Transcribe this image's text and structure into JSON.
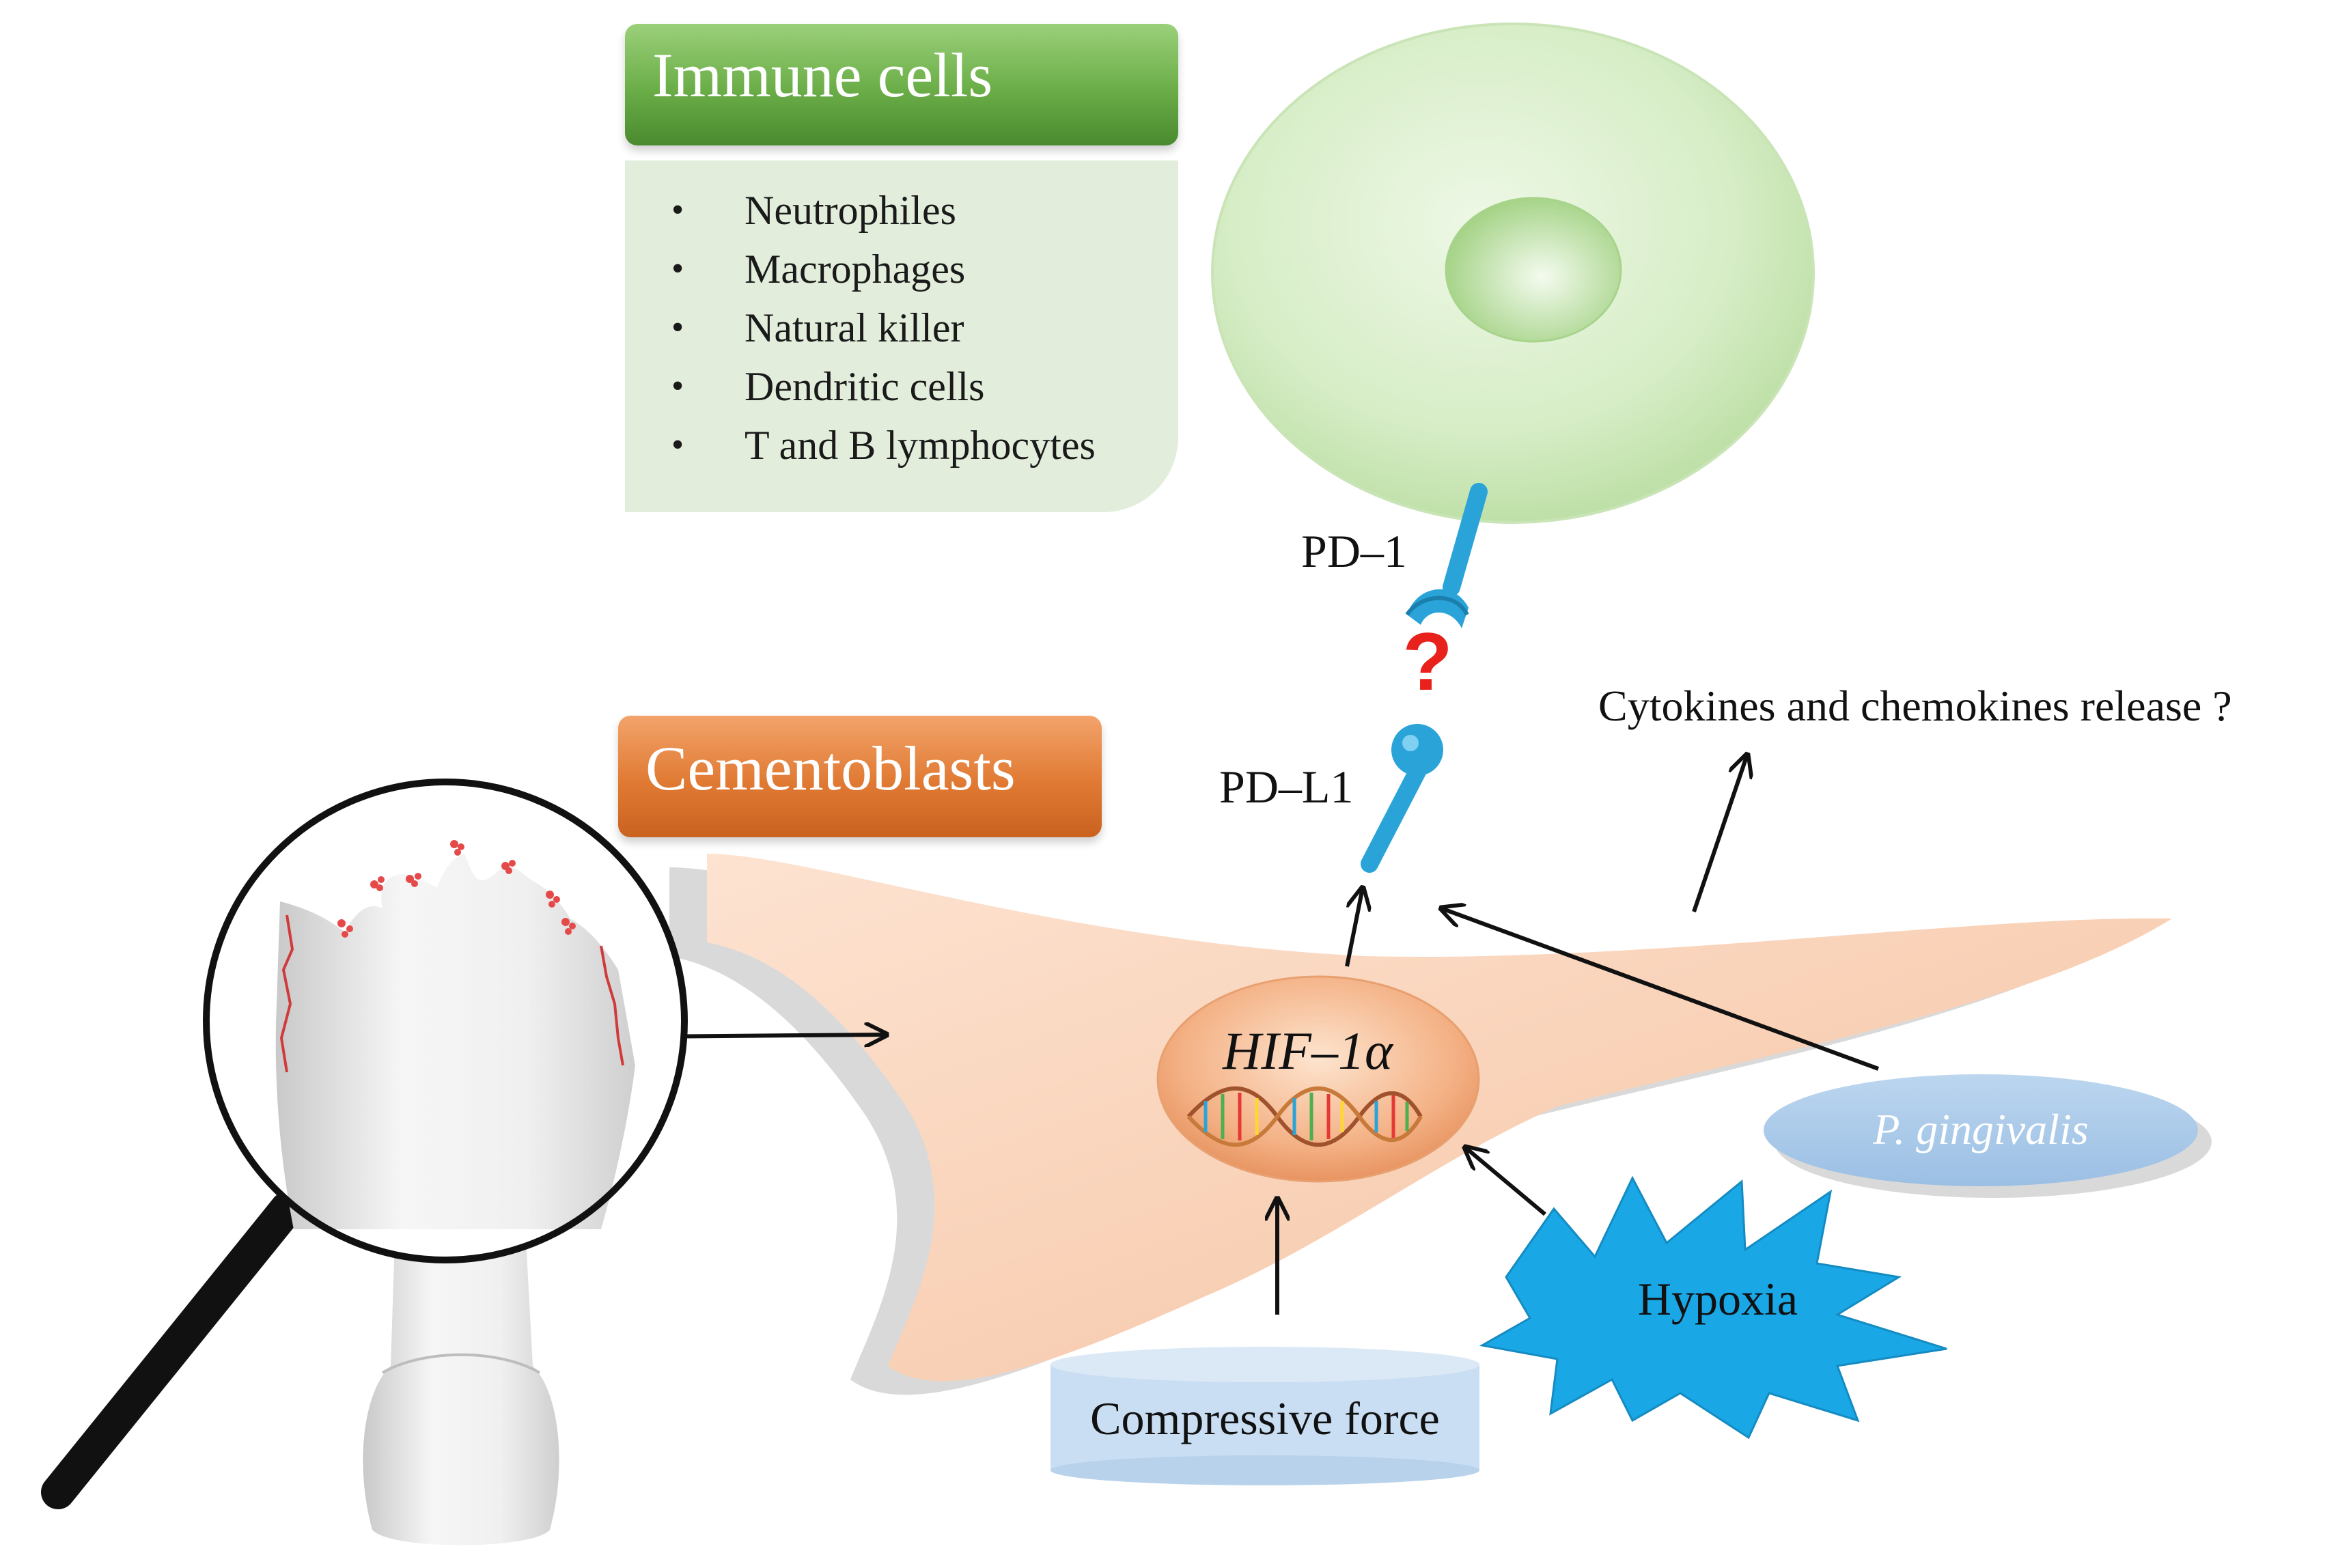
{
  "immune_panel": {
    "title": "Immune cells",
    "items": [
      "Neutrophiles",
      "Macrophages",
      "Natural killer",
      "Dendritic cells",
      "T and B  lymphocytes"
    ]
  },
  "cementoblasts_panel": {
    "title": "Cementoblasts"
  },
  "labels": {
    "pd1": "PD–1",
    "pdl1": "PD–L1",
    "question_mark": "?",
    "hif": "HIF–1α",
    "cytokines": "Cytokines and chemokines release ?",
    "pathogen": "P. gingivalis",
    "hypoxia": "Hypoxia",
    "force": "Compressive force"
  },
  "colors": {
    "immune_green": "#6aad47",
    "cementoblast_orange": "#e07a33",
    "cell_body": "#f9d3ba",
    "receptor_blue": "#2aa4d8",
    "hypoxia_star": "#1aa7e6",
    "question_red": "#e8211c",
    "pathogen_ellipse": "#a9c8e8",
    "force_cylinder": "#c5dcf1"
  }
}
